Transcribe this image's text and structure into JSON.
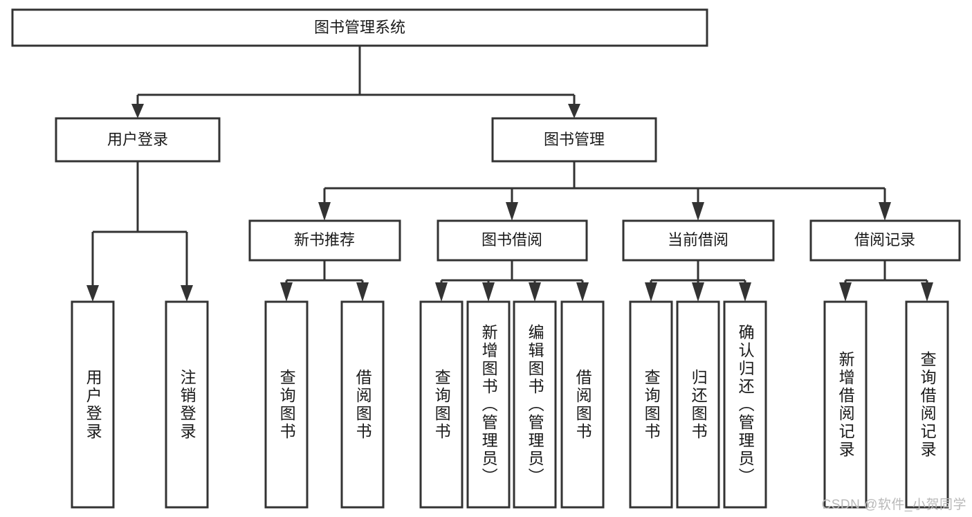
{
  "diagram": {
    "type": "tree-hierarchy",
    "orientation": "top-down",
    "root": {
      "label": "图书管理系统"
    },
    "level2": [
      {
        "label": "用户登录"
      },
      {
        "label": "图书管理"
      }
    ],
    "level3": [
      {
        "label": "新书推荐"
      },
      {
        "label": "图书借阅"
      },
      {
        "label": "当前借阅"
      },
      {
        "label": "借阅记录"
      }
    ],
    "leaves": {
      "user_login": [
        {
          "label": "用户登录"
        },
        {
          "label": "注销登录"
        }
      ],
      "new_book_recommend": [
        {
          "label": "查询图书"
        },
        {
          "label": "借阅图书"
        }
      ],
      "book_borrow": [
        {
          "label": "查询图书"
        },
        {
          "label": "新增图书（管理员）"
        },
        {
          "label": "编辑图书（管理员）"
        },
        {
          "label": "借阅图书"
        }
      ],
      "current_borrow": [
        {
          "label": "查询图书"
        },
        {
          "label": "归还图书"
        },
        {
          "label": "确认归还（管理员）"
        }
      ],
      "borrow_record": [
        {
          "label": "新增借阅记录"
        },
        {
          "label": "查询借阅记录"
        }
      ]
    }
  },
  "watermark": {
    "text": "CSDN @软件_小贺同学"
  },
  "colors": {
    "stroke": "#333333",
    "fill": "#ffffff",
    "text": "#1a1a1a",
    "watermark": "#b9b9b9"
  }
}
